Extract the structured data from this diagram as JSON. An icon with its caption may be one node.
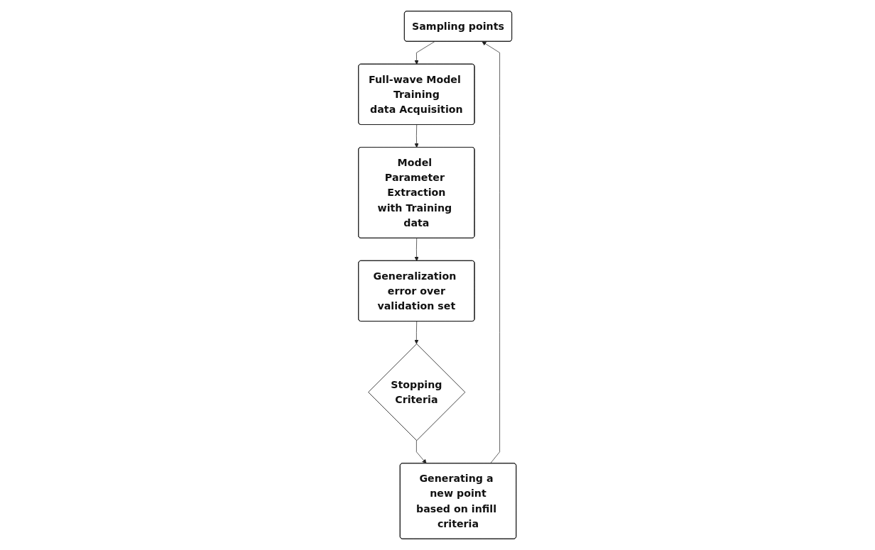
{
  "diagram": {
    "nodes": [
      {
        "text": [
          "Sampling points"
        ]
      },
      {
        "text": [
          "Full-wave Model Training data Acquisition"
        ]
      },
      {
        "text": [
          "Model Parameter Extraction with Training data"
        ]
      },
      {
        "text": [
          "Generalization error over validation set"
        ]
      },
      {
        "text": [
          "Generating a new point based on infill criteria"
        ]
      },
      {
        "text": [
          "Stopping Criteria"
        ]
      }
    ],
    "edges": [
      {
        "from": 0,
        "to": 1,
        "arrow": "to"
      },
      {
        "from": 1,
        "to": 2,
        "arrow": "to"
      },
      {
        "from": 2,
        "to": 3,
        "arrow": "to"
      },
      {
        "from": 3,
        "to": 5,
        "arrow": "to"
      },
      {
        "from": 5,
        "to": 4,
        "arrow": "to"
      },
      {
        "from": 4,
        "to": 0,
        "arrow": "to"
      }
    ]
  }
}
